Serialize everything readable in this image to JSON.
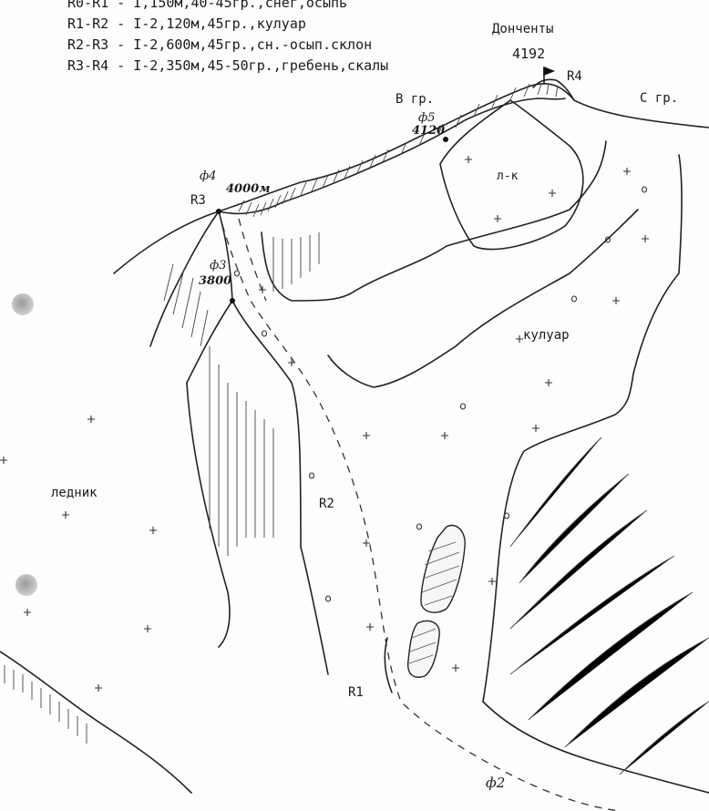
{
  "legend": {
    "lines": [
      "R0-R1 - I,150м,40-45гр.,снег,осыпь",
      "R1-R2 - I-2,120м,45гр.,кулуар",
      "R2-R3 - I-2,600м,45гр.,сн.-осып.склон",
      "R3-R4 - I-2,350м,45-50гр.,гребень,скалы"
    ]
  },
  "summit": {
    "name": "Донченты",
    "height": "4192",
    "point": "R4"
  },
  "ridges": {
    "east": "В гр.",
    "north": "С гр."
  },
  "points": {
    "f5": "ф5",
    "h4120": "4120",
    "f4": "ф4",
    "h4000": "4000м",
    "r3": "R3",
    "f3": "ф3",
    "h3800": "3800",
    "r2": "R2",
    "r1": "R1",
    "f2": "ф2"
  },
  "areas": {
    "ice_snow": "л-к",
    "couloir": "кулуар",
    "glacier": "ледник"
  }
}
